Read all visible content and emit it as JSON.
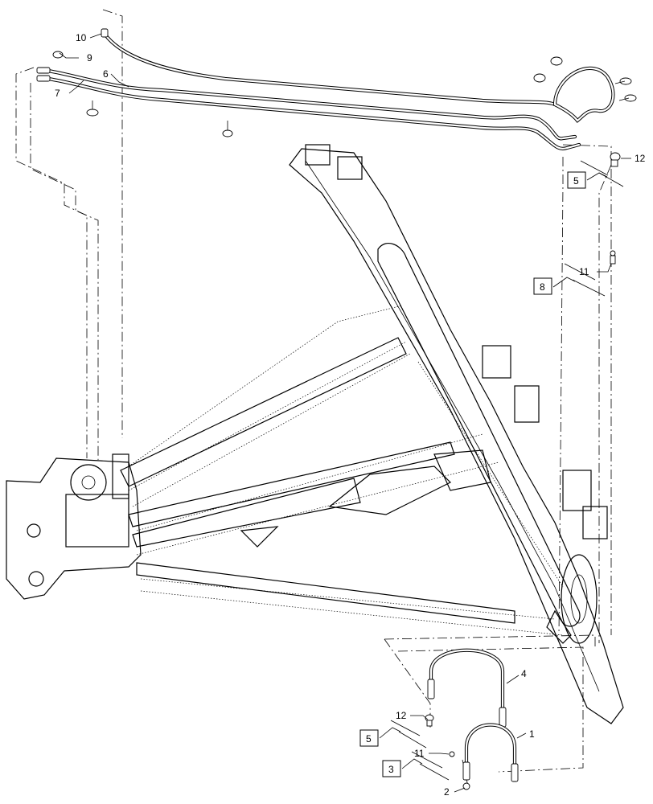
{
  "callouts": {
    "c1": "1",
    "c2": "2",
    "c3": "3",
    "c4": "4",
    "c5_top": "5",
    "c5_bottom": "5",
    "c6": "6",
    "c7": "7",
    "c8": "8",
    "c9": "9",
    "c10": "10",
    "c11_top": "11",
    "c11_bottom": "11",
    "c12_top": "12",
    "c12_bottom": "12"
  }
}
